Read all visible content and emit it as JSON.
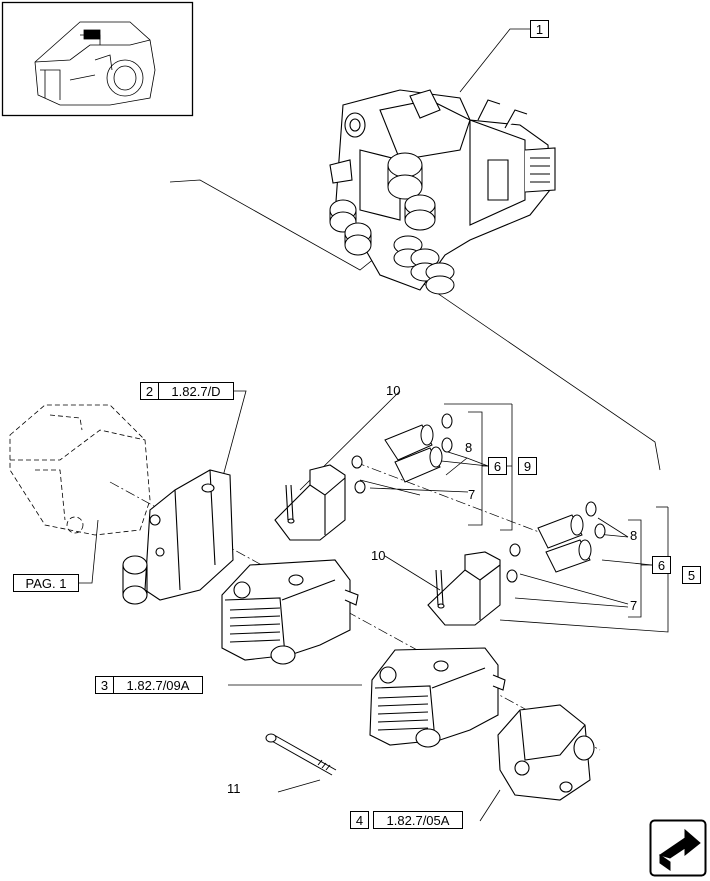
{
  "refs": {
    "r1": "1",
    "r2": "2",
    "r2_code": "1.82.7/D",
    "r3": "3",
    "r3_code": "1.82.7/09A",
    "r4": "4",
    "r4_code": "1.82.7/05A",
    "r5": "5",
    "r6a": "6",
    "r6b": "6",
    "r7a": "7",
    "r7b": "7",
    "r8a": "8",
    "r8b": "8",
    "r9": "9",
    "r10a": "10",
    "r10b": "10",
    "r11": "11",
    "pag": "PAG. 1"
  },
  "icons": {
    "thumbnail": "tractor-housing-thumbnail",
    "next": "next-page-arrow-icon"
  }
}
